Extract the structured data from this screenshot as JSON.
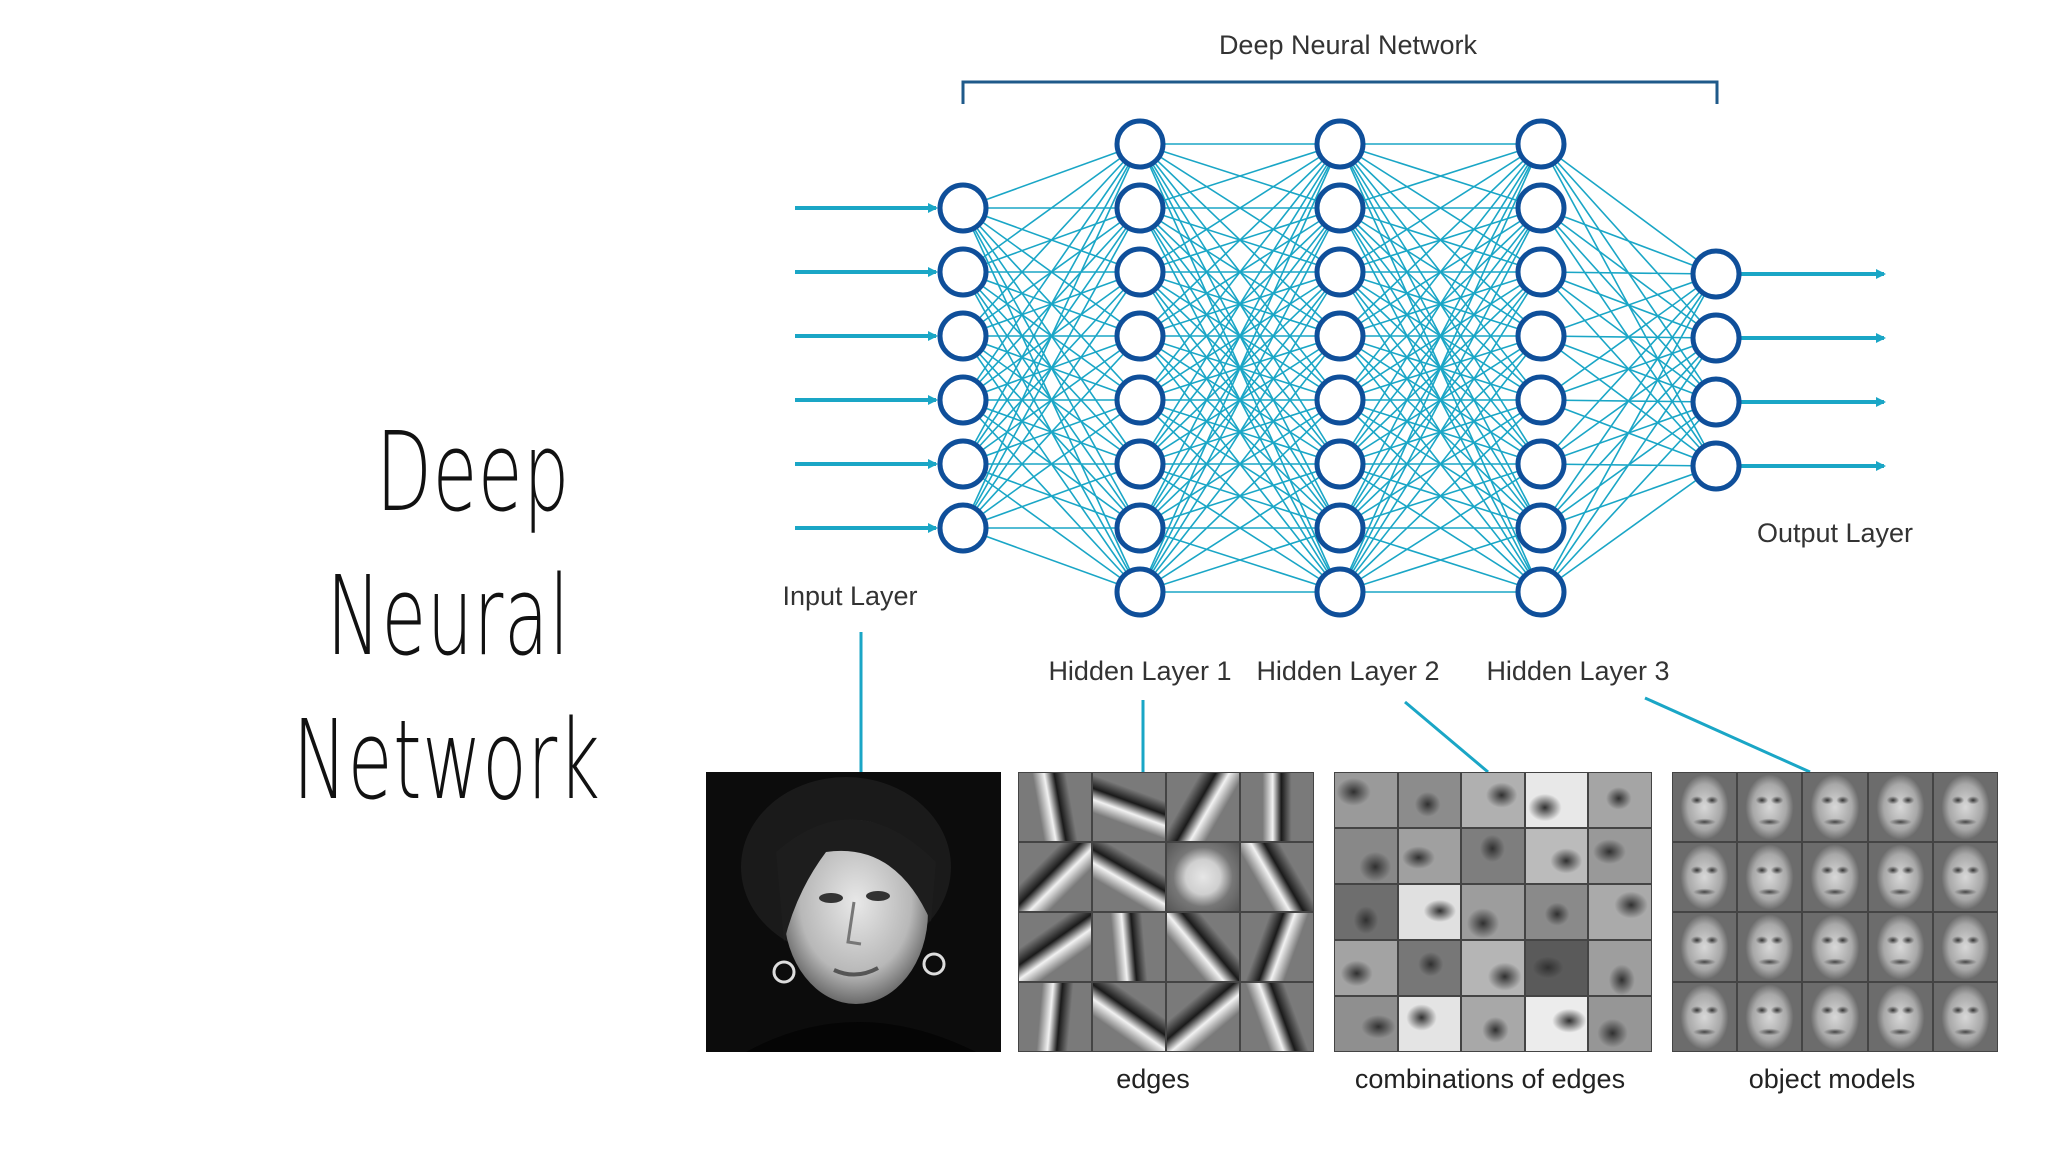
{
  "slide": {
    "title_lines": [
      "Deep",
      "Neural",
      "Network"
    ]
  },
  "diagram": {
    "network_label": "Deep Neural Network",
    "layers": [
      {
        "name": "Input Layer",
        "nodes": 6
      },
      {
        "name": "Hidden Layer 1",
        "nodes": 8
      },
      {
        "name": "Hidden Layer 2",
        "nodes": 8
      },
      {
        "name": "Hidden Layer 3",
        "nodes": 8
      },
      {
        "name": "Output Layer",
        "nodes": 4
      }
    ],
    "colors": {
      "node_stroke": "#0f4f9a",
      "edge": "#1aa6c6",
      "arrow": "#1aa6c6",
      "bracket": "#1f5a8a"
    }
  },
  "panels": [
    {
      "name": "input-photo",
      "caption": ""
    },
    {
      "name": "edges",
      "caption": "edges"
    },
    {
      "name": "combinations-of-edges",
      "caption": "combinations of edges"
    },
    {
      "name": "object-models",
      "caption": "object models"
    }
  ]
}
